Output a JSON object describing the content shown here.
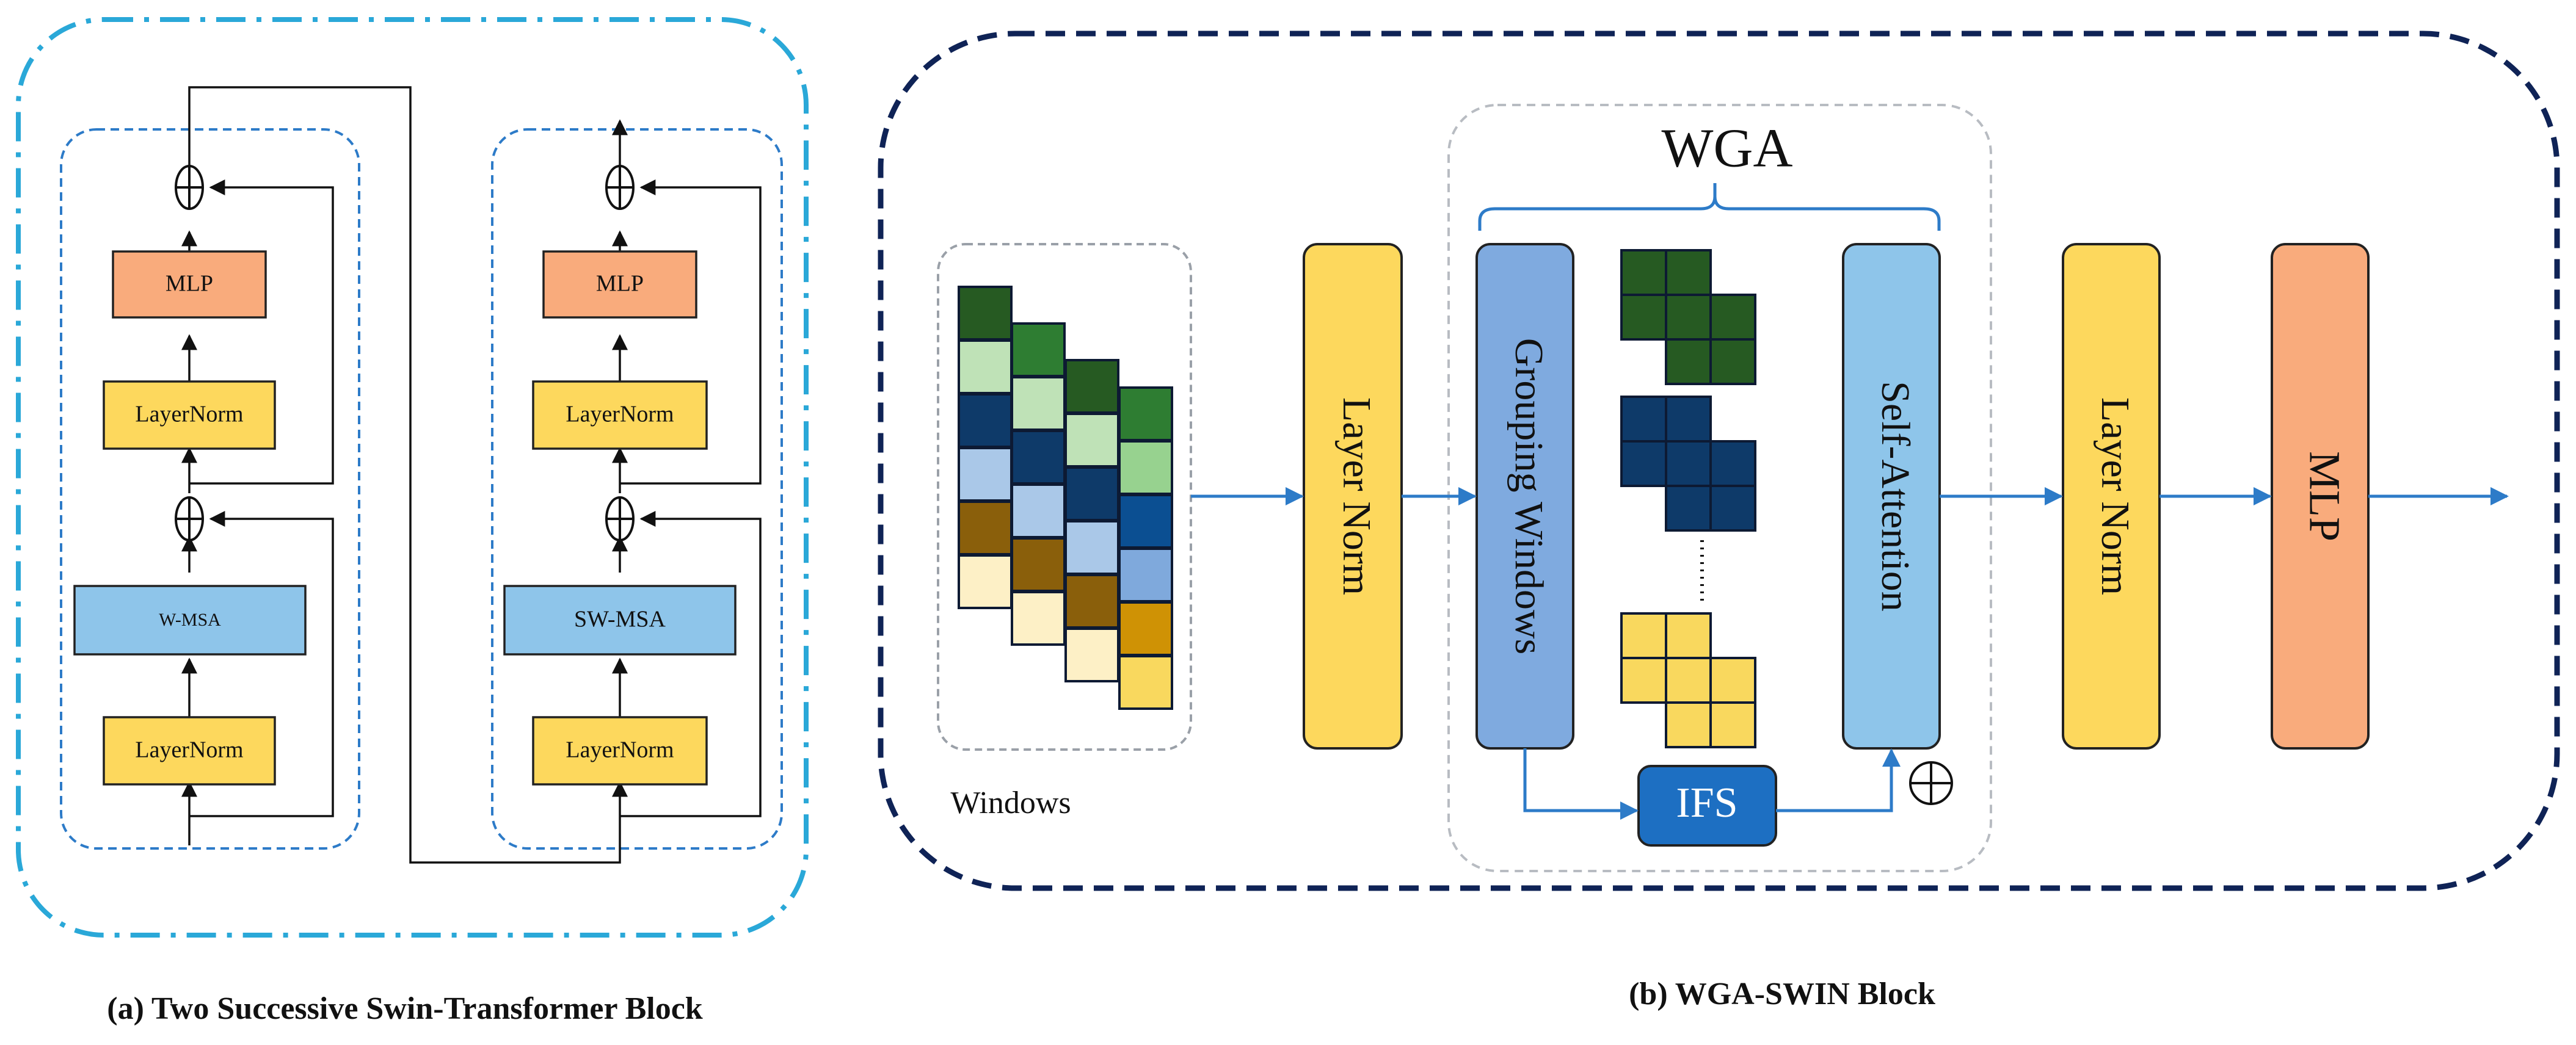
{
  "panel_a": {
    "caption": "(a) Two Successive Swin-Transformer Block",
    "block1": {
      "mlp": "MLP",
      "layernorm_top": "LayerNorm",
      "msa": "W-MSA",
      "layernorm_bottom": "LayerNorm"
    },
    "block2": {
      "mlp": "MLP",
      "layernorm_top": "LayerNorm",
      "msa": "SW-MSA",
      "layernorm_bottom": "LayerNorm"
    }
  },
  "panel_b": {
    "caption": "(b) WGA-SWIN Block",
    "windows_label": "Windows",
    "layer_norm_1": "Layer Norm",
    "wga_label": "WGA",
    "grouping_windows": "Grouping Windows",
    "self_attention": "Self-Attention",
    "ifs": "IFS",
    "layer_norm_2": "Layer Norm",
    "mlp": "MLP"
  },
  "colors": {
    "outer_a_border": "#2aa8d8",
    "outer_b_border": "#0f2356",
    "inner_dashed_blue": "#2d7bc8",
    "gray_dashed": "#b8bcc2",
    "mlp_fill": "#f9ab7c",
    "layernorm_fill": "#fdd85d",
    "msa_fill": "#8ec5ea",
    "grouping_fill": "#7faadf",
    "self_attention_fill": "#8ec5ea",
    "ifs_fill": "#1d6fc2",
    "arrow_blue": "#2d7bc8",
    "green_dark": "#265a22",
    "green_mid": "#2e7d32",
    "green_light": "#bfe2b7",
    "green_pale": "#97d28f",
    "navy_dark": "#0e3a69",
    "blue_mid": "#0b4f92",
    "blue_light": "#aac8e8",
    "blue_soft": "#7fa9dc",
    "brown": "#8a5f0b",
    "gold": "#cf9205",
    "cream": "#fdf0c6",
    "yellow": "#f9d85e"
  }
}
